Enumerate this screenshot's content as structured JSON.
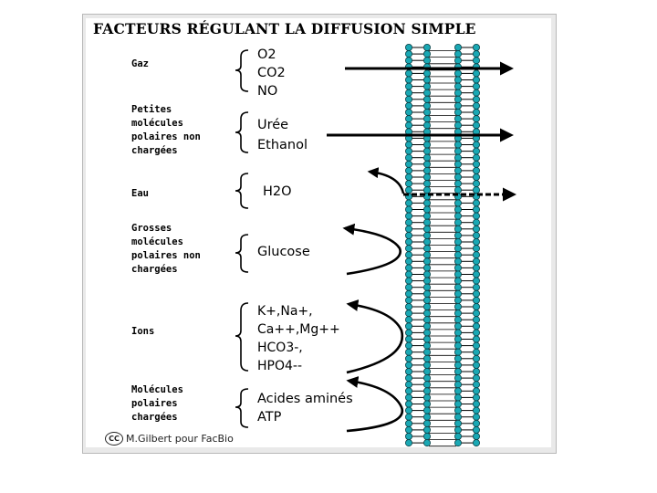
{
  "title": "FACTEURS RÉGULANT LA DIFFUSION SIMPLE",
  "categories": [
    {
      "id": "gaz",
      "lines": [
        "Gaz"
      ],
      "molecules": [
        "O2",
        "CO2",
        "NO"
      ]
    },
    {
      "id": "petites",
      "lines": [
        "Petites",
        "molécules",
        "polaires non",
        "chargées"
      ],
      "molecules": [
        "Urée",
        "Ethanol"
      ]
    },
    {
      "id": "eau",
      "lines": [
        "Eau"
      ],
      "molecules": [
        "H2O"
      ]
    },
    {
      "id": "grosses",
      "lines": [
        "Grosses",
        "molécules",
        "polaires non",
        "chargées"
      ],
      "molecules": [
        "Glucose"
      ]
    },
    {
      "id": "ions",
      "lines": [
        "Ions"
      ],
      "molecules": [
        "K+,Na+,",
        "Ca++,Mg++",
        "HCO3-,",
        "HPO4--"
      ]
    },
    {
      "id": "polaires",
      "lines": [
        "Molécules",
        "polaires",
        "chargées"
      ],
      "molecules": [
        "Acides aminés",
        "ATP"
      ]
    }
  ],
  "credit": {
    "symbol": "CC",
    "text": "M.Gilbert pour FacBio"
  },
  "colors": {
    "head": "#1aa8b4",
    "outline": "#0a3d42",
    "line": "#000000"
  }
}
